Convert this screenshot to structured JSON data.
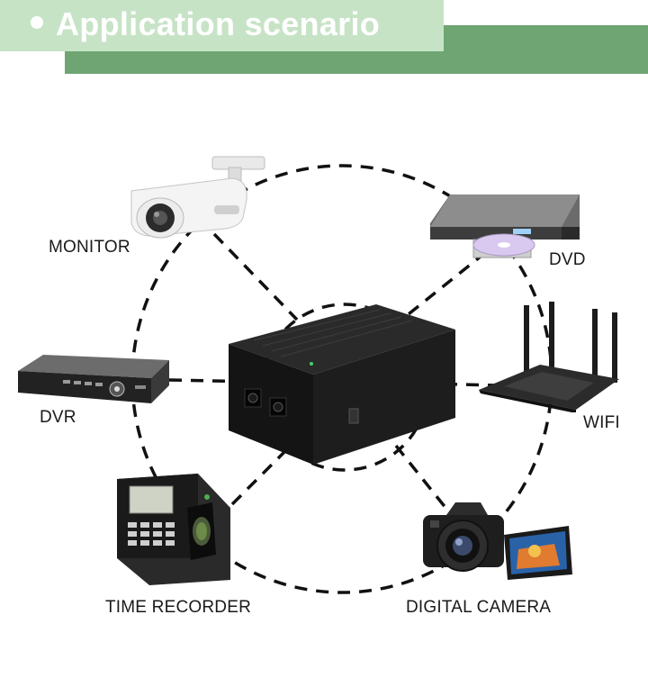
{
  "header": {
    "title": "Application scenario"
  },
  "devices": [
    {
      "id": "monitor",
      "label": "MONITOR",
      "icon": "cctv-camera-icon"
    },
    {
      "id": "dvd",
      "label": "DVD",
      "icon": "dvd-player-icon"
    },
    {
      "id": "dvr",
      "label": "DVR",
      "icon": "dvr-recorder-icon"
    },
    {
      "id": "wifi",
      "label": "WIFI",
      "icon": "wifi-router-icon"
    },
    {
      "id": "time_recorder",
      "label": "TIME RECORDER",
      "icon": "fingerprint-terminal-icon"
    },
    {
      "id": "digital_camera",
      "label": "DIGITAL CAMERA",
      "icon": "digital-camera-icon"
    }
  ],
  "center": {
    "icon": "power-supply-icon"
  },
  "colors": {
    "banner_light": "#c7e3c6",
    "banner_dark": "#6ea573",
    "lines": "#111111"
  }
}
